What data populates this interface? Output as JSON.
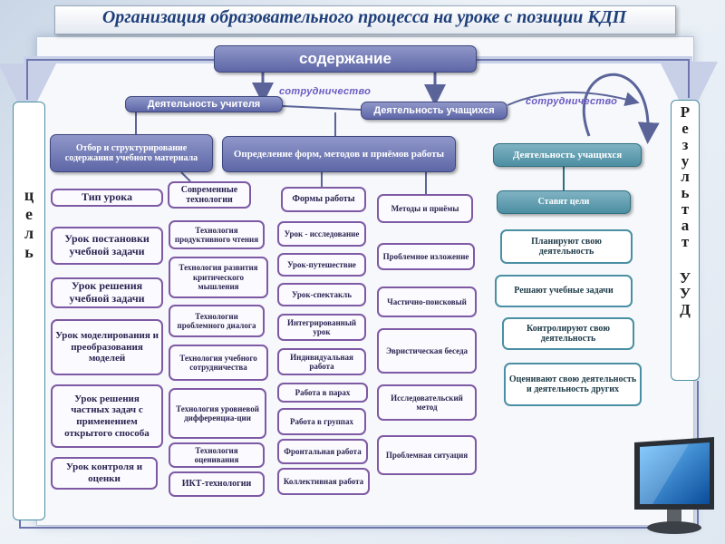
{
  "title": "Организация образовательного процесса на уроке с позиции   КДП",
  "top": "содержание",
  "left_side": [
    "ц",
    "е",
    "л",
    "ь"
  ],
  "right_side": [
    "Р",
    "е",
    "з",
    "у",
    "л",
    "ь",
    "т",
    "а",
    "т",
    "",
    "У",
    "У",
    "Д"
  ],
  "teacher": "Деятельность учителя",
  "students": "Деятельность учащихся",
  "cooperation1": "сотрудничество",
  "cooperation2": "сотрудничество",
  "col1_header": "Отбор и структурирование содержания учебного материала",
  "col2_header": "Определение форм, методов и приёмов работы",
  "col3_header": "Деятельность учащихся",
  "lesson_type": "Тип урока",
  "lesson_types": [
    "Урок постановки учебной задачи",
    "Урок решения учебной задачи",
    "Урок моделирования и преобразования моделей",
    "Урок решения частных задач с применением открытого способа",
    "Урок контроля и оценки"
  ],
  "technologies_header": "Современные технологии",
  "technologies": [
    "Технология продуктивного чтения",
    "Технология развития критического мышления",
    "Технологии проблемного диалога",
    "Технология учебного сотрудничества",
    "Технология уровневой дифференциа-ции",
    "Технология оценивания",
    "ИКТ-технологии"
  ],
  "forms_header": "Формы работы",
  "forms": [
    "Урок - исследование",
    "Урок-путешествие",
    "Урок-спектакль",
    "Интегрированный урок",
    "Индивидуальная работа",
    "Работа в парах",
    "Работа в группах",
    "Фронтальная работа",
    "Коллективная работа"
  ],
  "methods_header": "Методы и приёмы",
  "methods": [
    "Проблемное изложение",
    "Частично-поисковый",
    "Эвристическая беседа",
    "Исследовательский метод",
    "Проблемная ситуация"
  ],
  "student_actions": [
    "Ставят цели",
    "Планируют свою деятельность",
    "Решают учебные задачи",
    "Контролируют свою деятельность",
    "Оценивают свою деятельность и деятельность других"
  ]
}
